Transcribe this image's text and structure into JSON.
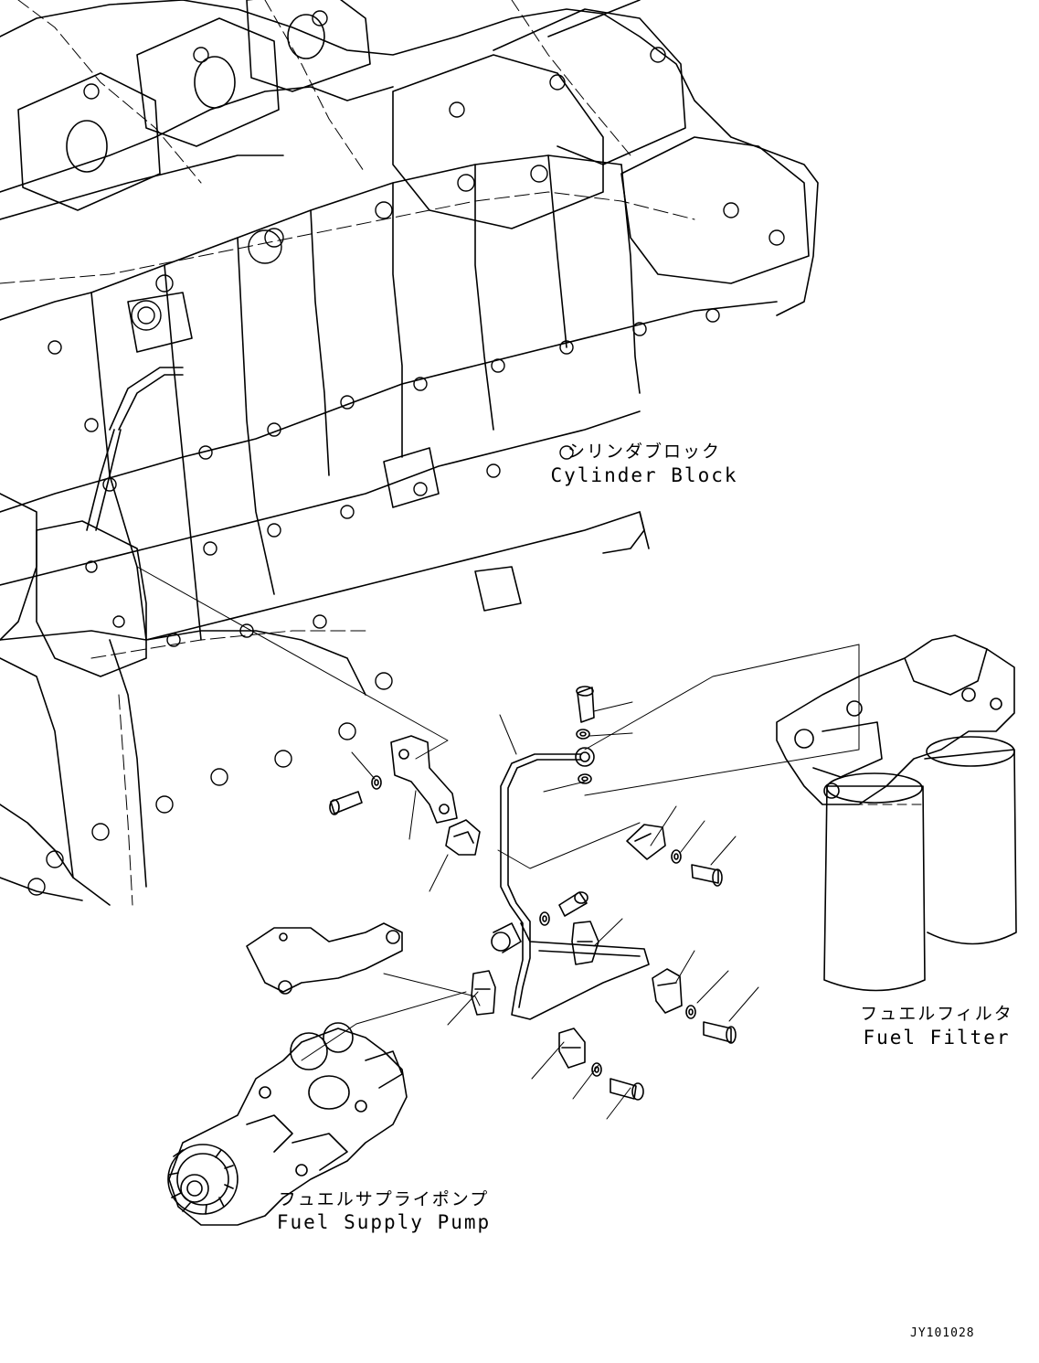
{
  "labels": {
    "cylinder_block": {
      "jp": "シリンダブロック",
      "en": "Cylinder Block"
    },
    "fuel_filter": {
      "jp": "フュエルフィルタ",
      "en": "Fuel Filter"
    },
    "fuel_supply_pump": {
      "jp": "フュエルサプライポンプ",
      "en": "Fuel Supply Pump"
    }
  },
  "drawing_code": "JY101028"
}
